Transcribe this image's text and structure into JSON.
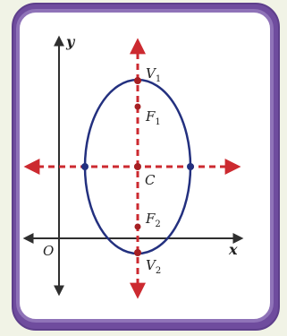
{
  "colors": {
    "background": "#f1f3e6",
    "frame_purple": "#6f4c9e",
    "frame_inner_border": "#8f73b8",
    "panel": "#ffffff",
    "axis": "#2f2f2f",
    "ellipse": "#23307f",
    "dashed_axis": "#cc2a30",
    "points": "#a61f23",
    "labels": "#222222"
  },
  "axes": {
    "x_label": "x",
    "y_label": "y",
    "origin_label": "O"
  },
  "points": {
    "center": "C",
    "vertex_top": "V",
    "vertex_top_sub": "1",
    "vertex_bottom": "V",
    "vertex_bottom_sub": "2",
    "focus_top": "F",
    "focus_top_sub": "1",
    "focus_bottom": "F",
    "focus_bottom_sub": "2"
  }
}
